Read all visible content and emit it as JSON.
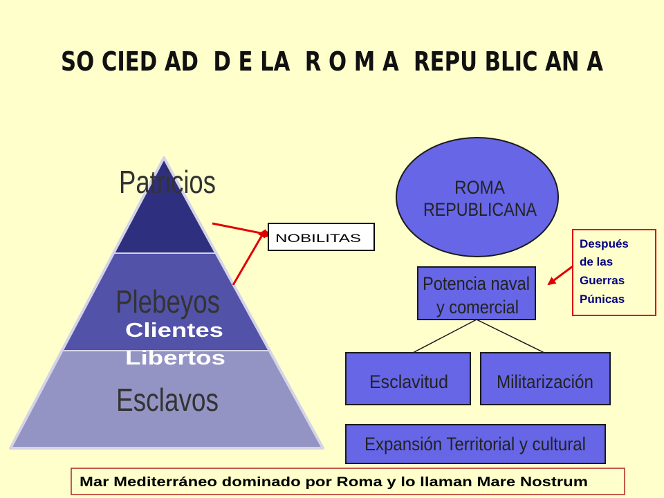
{
  "title": "SO CIED AD  D E LA  R O M A  REPU BLIC AN A",
  "pyramid": {
    "top": {
      "label": "Patricios"
    },
    "middle": {
      "label": "Plebeyos",
      "groups": [
        "Clientes",
        "Libertos"
      ]
    },
    "bottom": {
      "label": "Esclavos"
    }
  },
  "nobilitas": "NOBILITAS",
  "diagram": {
    "root": {
      "lines": [
        "ROMA",
        "REPUBLICANA"
      ]
    },
    "power": {
      "lines": [
        "Potencia naval",
        "y comercial"
      ]
    },
    "slavery": "Esclavitud",
    "militarization": "Militarización",
    "expansion": "Expansión Territorial y cultural"
  },
  "note": {
    "lines": [
      "Después",
      "de las",
      "Guerras",
      "Púnicas"
    ]
  },
  "footer": "Mar Mediterráneo dominado por Roma y lo llaman Mare Nostrum",
  "colors": {
    "background": "#FFFFCC",
    "pyramid_top": "#2F2F80",
    "pyramid_middle": "#5252A8",
    "pyramid_bottom": "#9494C4",
    "pyramid_edge": "#D4D4E6",
    "node_fill": "#6666E6",
    "node_border": "#1A1A1A",
    "arrow": "#E00000",
    "note_text": "#000080",
    "note_border": "#E00000",
    "footer_border": "#B22222",
    "title_text": "#111111"
  }
}
